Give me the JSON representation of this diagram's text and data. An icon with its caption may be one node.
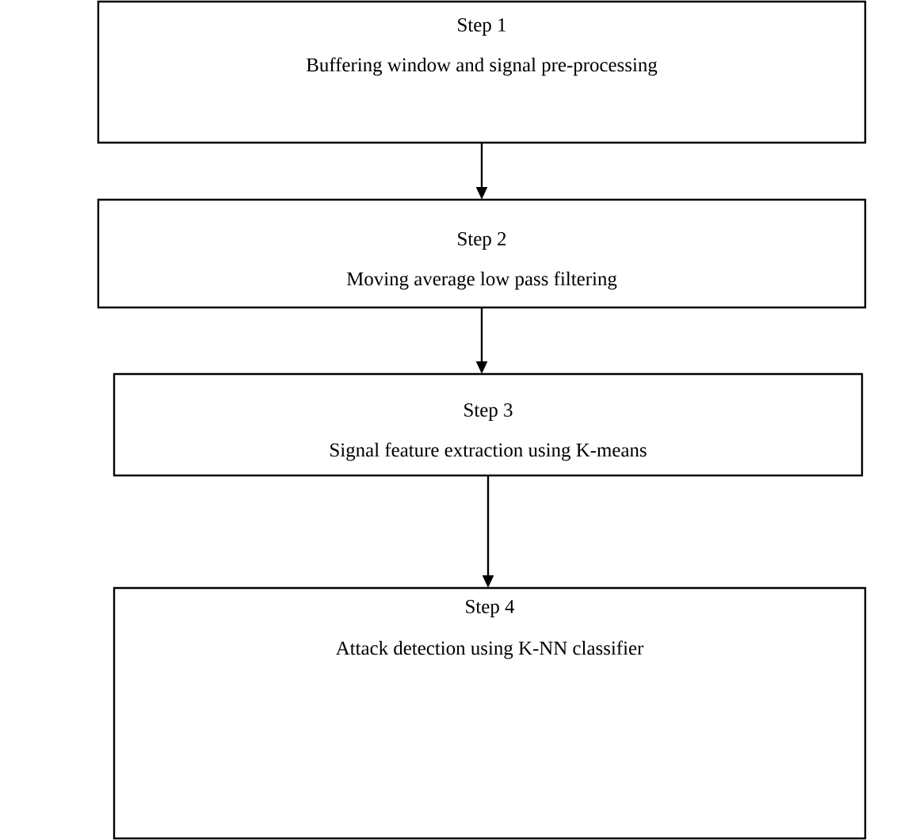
{
  "diagram": {
    "nodes": [
      {
        "text": [
          "Step 1",
          "Buffering window and signal pre-processing"
        ]
      },
      {
        "text": [
          "Step 2",
          "Moving average low pass filtering"
        ]
      },
      {
        "text": [
          "Step 3",
          "Signal feature extraction using K-means"
        ]
      },
      {
        "text": [
          "Step 4",
          "Attack detection using K-NN classifier"
        ]
      }
    ],
    "edges": [
      {
        "from": 0,
        "to": 1,
        "arrow": "to"
      },
      {
        "from": 1,
        "to": 2,
        "arrow": "to"
      },
      {
        "from": 2,
        "to": 3,
        "arrow": "to"
      }
    ]
  }
}
